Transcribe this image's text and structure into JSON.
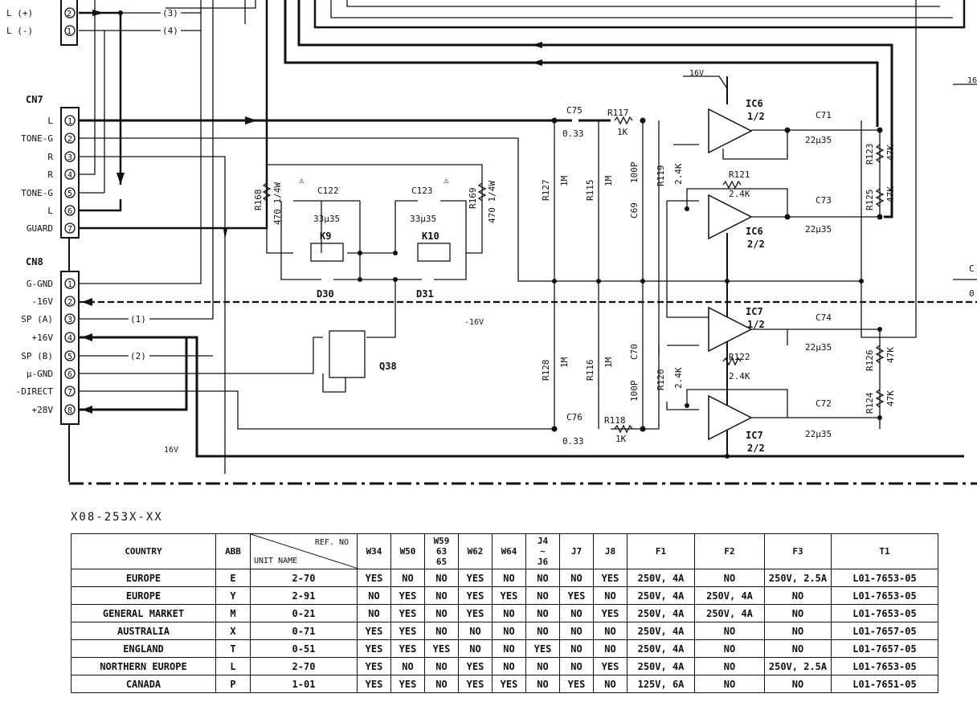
{
  "cn_top": {
    "pins": [
      {
        "label": "L (+)",
        "num": "2"
      },
      {
        "label": "L (-)",
        "num": "1"
      }
    ],
    "wires": [
      "(3)",
      "(4)"
    ]
  },
  "cn7": {
    "name": "CN7",
    "pins": [
      {
        "label": "L",
        "num": "1"
      },
      {
        "label": "TONE-G",
        "num": "2"
      },
      {
        "label": "R",
        "num": "3"
      },
      {
        "label": "R",
        "num": "4"
      },
      {
        "label": "TONE-G",
        "num": "5"
      },
      {
        "label": "L",
        "num": "6"
      },
      {
        "label": "GUARD",
        "num": "7"
      }
    ]
  },
  "cn8": {
    "name": "CN8",
    "pins": [
      {
        "label": "G-GND",
        "num": "1"
      },
      {
        "label": "-16V",
        "num": "2"
      },
      {
        "label": "SP (A)",
        "num": "3"
      },
      {
        "label": "+16V",
        "num": "4"
      },
      {
        "label": "SP (B)",
        "num": "5"
      },
      {
        "label": "µ-GND",
        "num": "6"
      },
      {
        "label": "-DIRECT",
        "num": "7"
      },
      {
        "label": "+28V",
        "num": "8"
      }
    ],
    "wires": [
      "(1)",
      "(2)"
    ]
  },
  "parts": {
    "r168": "R168",
    "r168_v": "470 1/4W",
    "r169": "R169",
    "r169_v": "470 1/4W",
    "c122": "C122",
    "c122_v": "33µ35",
    "c123": "C123",
    "c123_v": "33µ35",
    "k9": "K9",
    "k10": "K10",
    "d30": "D30",
    "d31": "D31",
    "q38": "Q38",
    "c75": "C75",
    "c75_v": "0.33",
    "r117": "R117",
    "r117_v": "1K",
    "c76": "C76",
    "c76_v": "0.33",
    "r118": "R118",
    "r118_v": "1K",
    "r127": "R127",
    "r127_v": "1M",
    "r115": "R115",
    "r115_v": "1M",
    "r128": "R128",
    "r128_v": "1M",
    "r116": "R116",
    "r116_v": "1M",
    "c69": "C69",
    "c69_v": "100P",
    "c70": "C70",
    "c70_v": "100P",
    "r119": "R119",
    "r119_v": "2.4K",
    "r120": "R120",
    "r120_v": "2.4K",
    "r121": "R121",
    "r121_v": "2.4K",
    "r122": "R122",
    "r122_v": "2.4K",
    "ic6a": "IC6",
    "ic6a_u": "1/2",
    "ic6b": "IC6",
    "ic6b_u": "2/2",
    "ic7a": "IC7",
    "ic7a_u": "1/2",
    "ic7b": "IC7",
    "ic7b_u": "2/2",
    "c71": "C71",
    "c71_v": "22µ35",
    "c73": "C73",
    "c73_v": "22µ35",
    "c74": "C74",
    "c74_v": "22µ35",
    "c72": "C72",
    "c72_v": "22µ35",
    "r123": "R123",
    "r123_v": "47K",
    "r125": "R125",
    "r125_v": "47K",
    "r126": "R126",
    "r126_v": "47K",
    "r124": "R124",
    "r124_v": "47K",
    "v16_top": "16V",
    "v16_neg": "-16V",
    "v16_bot": "16V",
    "edge_16": "16",
    "edge_c": "C",
    "edge_0": "0"
  },
  "model": "X08-253X-XX",
  "table": {
    "headers": {
      "country": "COUNTRY",
      "abb": "ABB",
      "ref_no": "REF. NO",
      "unit_name": "UNIT NAME",
      "w34": "W34",
      "w50": "W50",
      "w59": [
        "W59",
        "63",
        "65"
      ],
      "w62": "W62",
      "w64": "W64",
      "j4": [
        "J4",
        "~",
        "J6"
      ],
      "j7": "J7",
      "j8": "J8",
      "f1": "F1",
      "f2": "F2",
      "f3": "F3",
      "t1": "T1"
    },
    "rows": [
      [
        "EUROPE",
        "E",
        "2-70",
        "YES",
        "NO",
        "NO",
        "YES",
        "NO",
        "NO",
        "NO",
        "YES",
        "250V, 4A",
        "NO",
        "250V, 2.5A",
        "L01-7653-05"
      ],
      [
        "EUROPE",
        "Y",
        "2-91",
        "NO",
        "YES",
        "NO",
        "YES",
        "YES",
        "NO",
        "YES",
        "NO",
        "250V, 4A",
        "250V, 4A",
        "NO",
        "L01-7653-05"
      ],
      [
        "GENERAL MARKET",
        "M",
        "0-21",
        "NO",
        "YES",
        "NO",
        "YES",
        "NO",
        "NO",
        "NO",
        "YES",
        "250V, 4A",
        "250V, 4A",
        "NO",
        "L01-7653-05"
      ],
      [
        "AUSTRALIA",
        "X",
        "0-71",
        "YES",
        "YES",
        "NO",
        "NO",
        "NO",
        "NO",
        "NO",
        "NO",
        "250V, 4A",
        "NO",
        "NO",
        "L01-7657-05"
      ],
      [
        "ENGLAND",
        "T",
        "0-51",
        "YES",
        "YES",
        "YES",
        "NO",
        "NO",
        "YES",
        "NO",
        "NO",
        "250V, 4A",
        "NO",
        "NO",
        "L01-7657-05"
      ],
      [
        "NORTHERN EUROPE",
        "L",
        "2-70",
        "YES",
        "NO",
        "NO",
        "YES",
        "NO",
        "NO",
        "NO",
        "YES",
        "250V, 4A",
        "NO",
        "250V, 2.5A",
        "L01-7653-05"
      ],
      [
        "CANADA",
        "P",
        "1-01",
        "YES",
        "YES",
        "NO",
        "YES",
        "YES",
        "NO",
        "YES",
        "NO",
        "125V, 6A",
        "NO",
        "NO",
        "L01-7651-05"
      ]
    ]
  }
}
